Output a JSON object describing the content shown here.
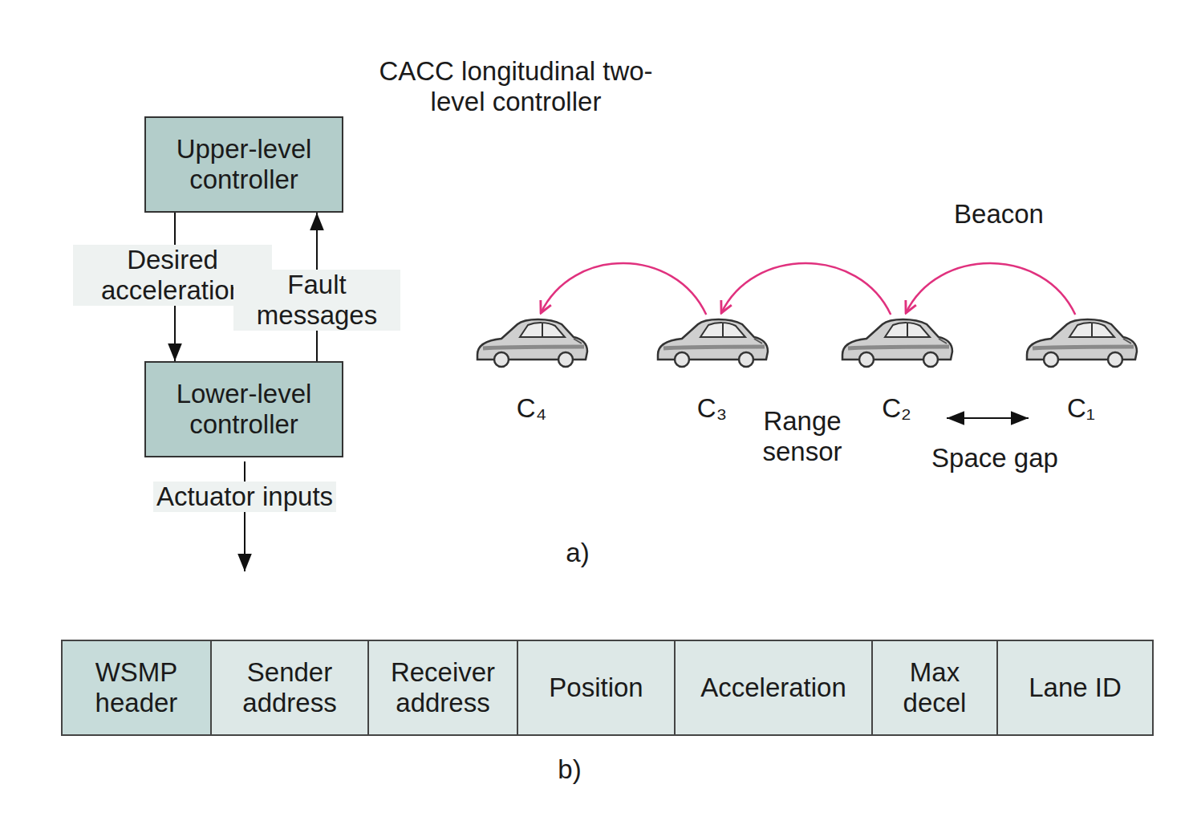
{
  "diagram": {
    "nodes": [
      {
        "text": [
          "CACC longitudinal two-level controller"
        ]
      },
      {
        "text": [
          "Upper-level controller"
        ],
        "in": 0
      },
      {
        "text": [
          "Lower-level controller"
        ],
        "in": 0
      },
      {
        "text": [
          "C₄"
        ]
      },
      {
        "text": [
          "C₃"
        ]
      },
      {
        "text": [
          "C₂"
        ]
      },
      {
        "text": [
          "C₁"
        ]
      }
    ],
    "edges": [
      {
        "from": 1,
        "to": 2,
        "arrow": "to",
        "label": "Desired acceleration"
      },
      {
        "from": 2,
        "to": 1,
        "arrow": "to",
        "label": "Fault messages"
      },
      {
        "from": 6,
        "to": 5,
        "arrow": "to"
      },
      {
        "from": 5,
        "to": 4,
        "arrow": "to"
      },
      {
        "from": 4,
        "to": 3,
        "arrow": "to"
      }
    ],
    "labels": [
      "Actuator inputs",
      "Beacon",
      "Range sensor",
      "Space gap",
      "a)",
      "WSMP header",
      "Sender address",
      "Receiver address",
      "Position",
      "Acceleration",
      "Max decel",
      "Lane ID",
      "b)"
    ]
  }
}
